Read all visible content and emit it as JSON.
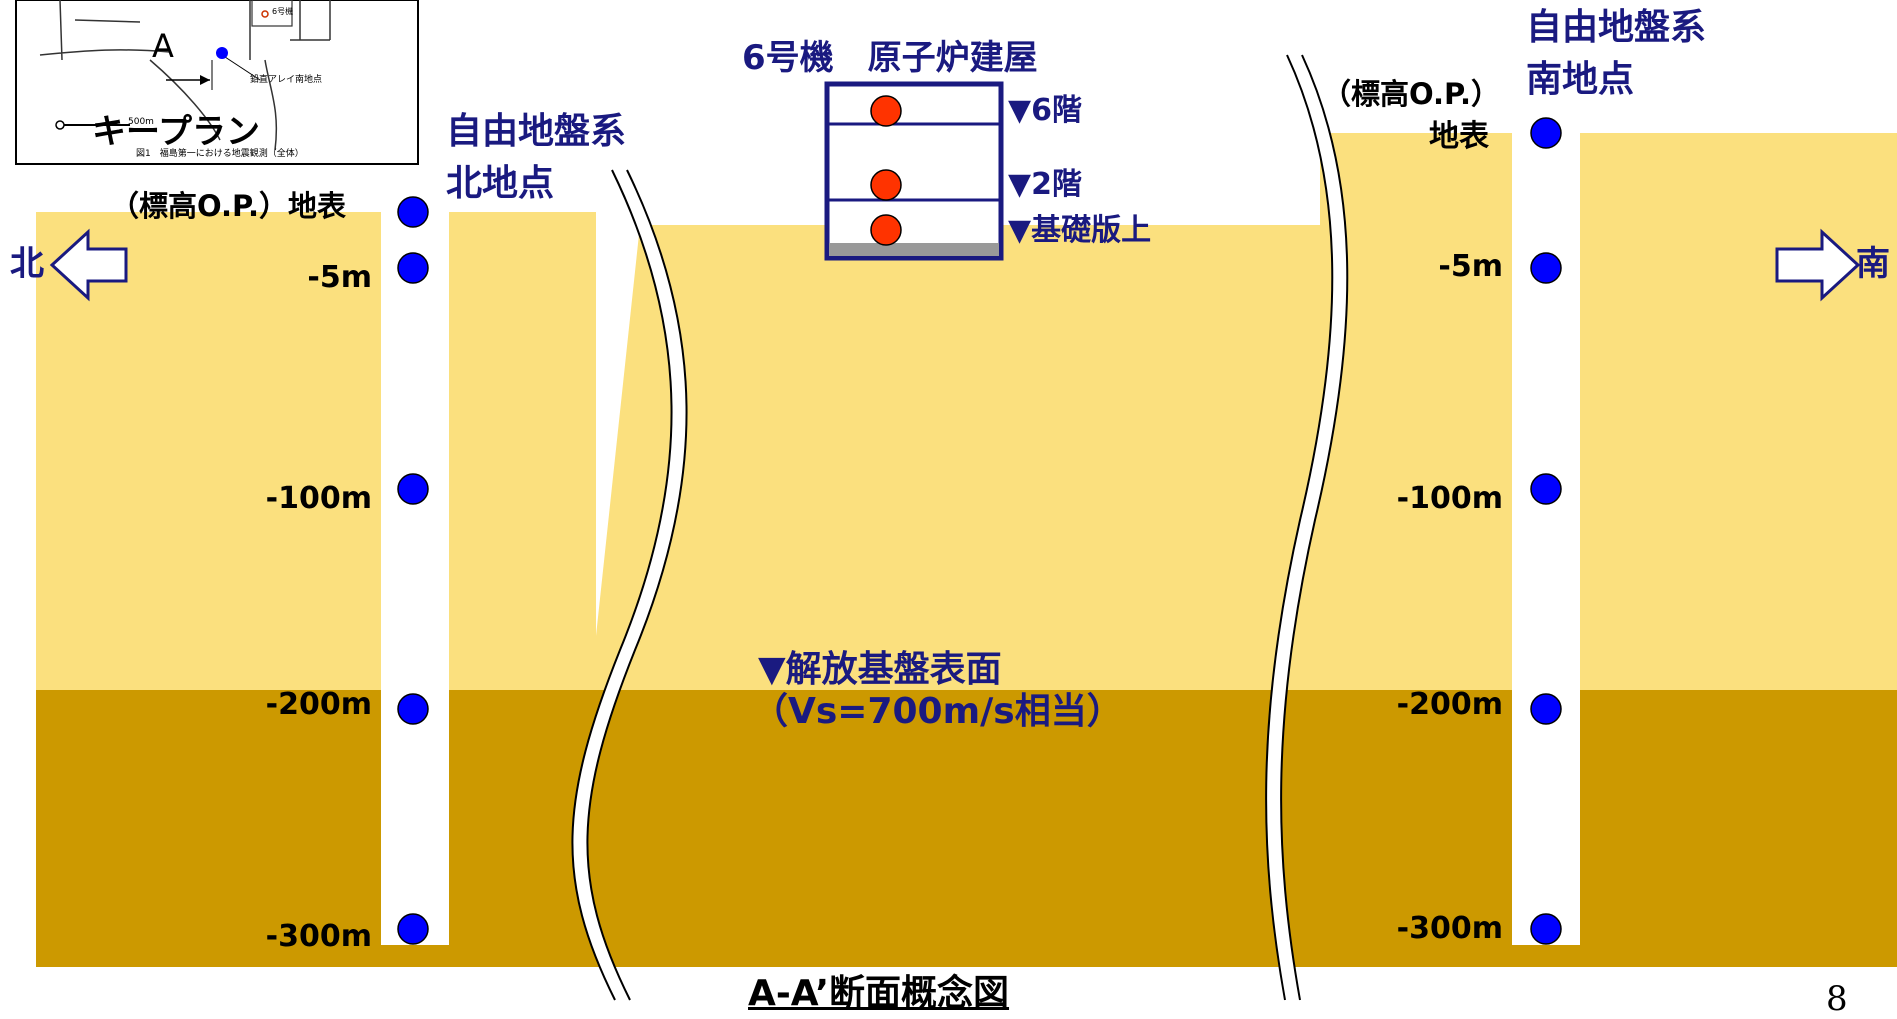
{
  "keyplan": {
    "label": "キープラン",
    "point_label": "A",
    "scale_label": "500m",
    "south_point_note": "鉛直アレイ南地点",
    "unit_label": "6号機",
    "caption": "図1　福島第一における地震観測（全体）"
  },
  "building": {
    "title": "6号機　原子炉建屋",
    "levels": [
      "▼6階",
      "▼2階",
      "▼基礎版上"
    ]
  },
  "north_site": {
    "title_line1": "自由地盤系",
    "title_line2": "北地点",
    "surface_label": "（標高O.P.）地表",
    "depths": [
      "-5m",
      "-100m",
      "-200m",
      "-300m"
    ]
  },
  "south_site": {
    "title_line1": "自由地盤系",
    "title_line2": "南地点",
    "elevation_label": "（標高O.P.）",
    "surface_label": "地表",
    "depths": [
      "-5m",
      "-100m",
      "-200m",
      "-300m"
    ]
  },
  "bedrock": {
    "line1": "▼解放基盤表面",
    "line2": "（Vs=700m/s相当）"
  },
  "directions": {
    "north": "北",
    "south": "南"
  },
  "figure_caption": "A-A’断面概念図",
  "page_number": "8",
  "colors": {
    "upper_soil": "#FBE07E",
    "lower_soil": "#CC9900",
    "sensor_blue": "#0000FF",
    "sensor_red": "#FF3300",
    "label_navy": "#1A1A80"
  }
}
